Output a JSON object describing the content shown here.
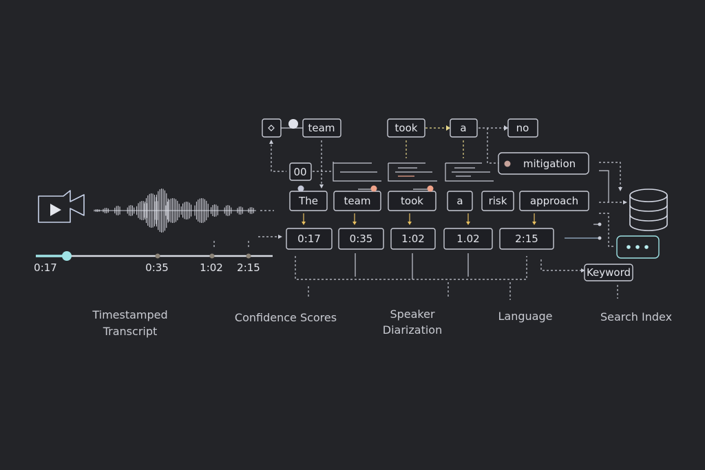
{
  "top_row": [
    "team",
    "took",
    "a",
    "no"
  ],
  "middle": {
    "counter": "00",
    "tag": "mitigation"
  },
  "words": [
    "The",
    "team",
    "took",
    "a",
    "risk",
    "approach"
  ],
  "timestamps": [
    "0:17",
    "0:35",
    "1:02",
    "1.02",
    "2:15"
  ],
  "timeline": {
    "labels": [
      "0:17",
      "0:35",
      "1:02",
      "2:15"
    ],
    "progress_label": "0:17"
  },
  "keyword": "Keyword",
  "labels": {
    "timestamped": [
      "Timestamped",
      "Transcript"
    ],
    "confidence": "Confidence Scores",
    "speaker": [
      "Speaker",
      "Diarization"
    ],
    "language": "Language",
    "search": "Search Index"
  },
  "colors": {
    "background": "#232428",
    "accent_cyan": "#9fe3e6",
    "accent_peach": "#f0a38a",
    "accent_yellow": "#e8d98a"
  }
}
